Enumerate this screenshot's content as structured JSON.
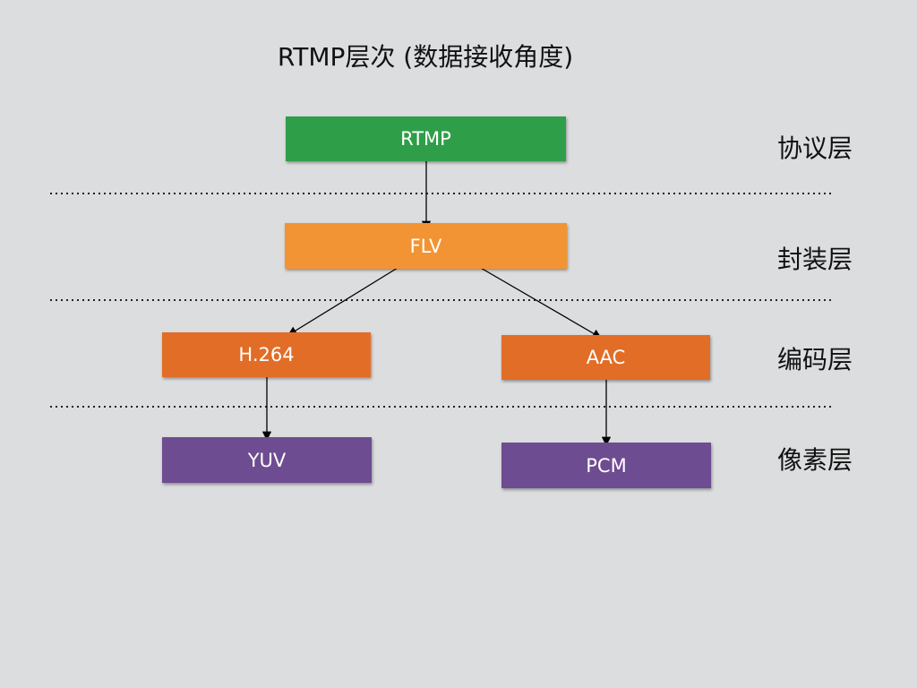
{
  "title": "RTMP层次 (数据接收角度)",
  "nodes": {
    "rtmp": "RTMP",
    "flv": "FLV",
    "h264": "H.264",
    "aac": "AAC",
    "yuv": "YUV",
    "pcm": "PCM"
  },
  "layers": {
    "protocol": "协议层",
    "container": "封装层",
    "codec": "编码层",
    "pixel": "像素层"
  },
  "colors": {
    "background": "#dcdddf",
    "protocol": "#2f9e48",
    "container": "#f29433",
    "codec": "#e26d27",
    "pixel": "#6e4c91"
  }
}
